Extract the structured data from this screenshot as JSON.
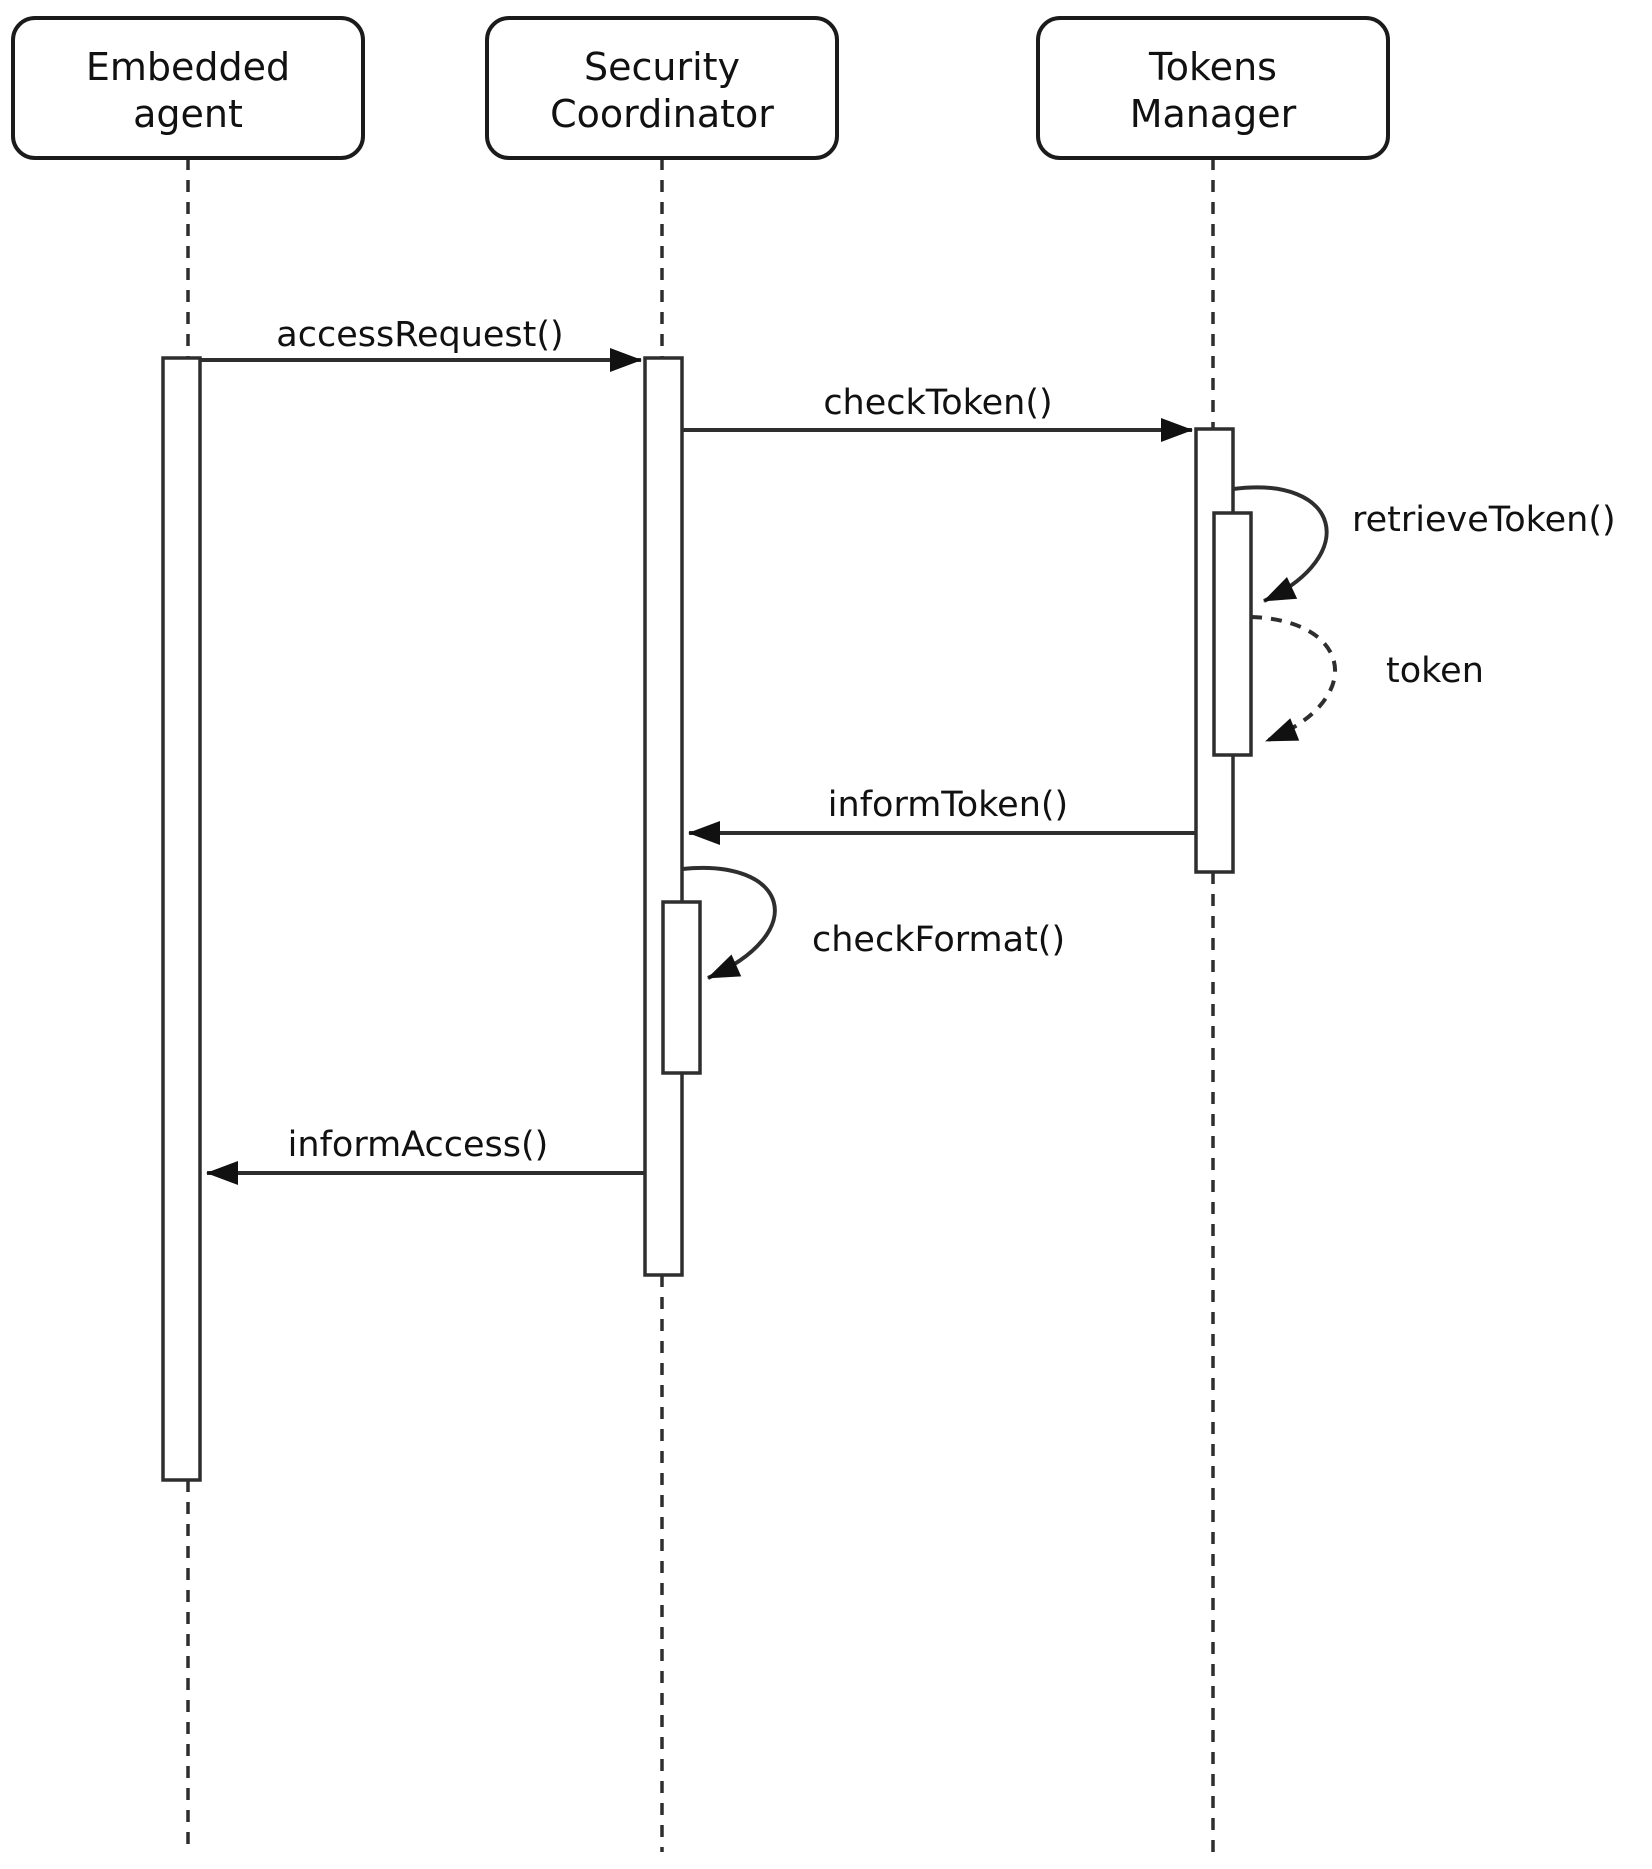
{
  "diagram": {
    "type": "uml-sequence-diagram",
    "actors": [
      {
        "id": "embedded-agent",
        "line1": "Embedded",
        "line2": "agent"
      },
      {
        "id": "security-coordinator",
        "line1": "Security",
        "line2": "Coordinator"
      },
      {
        "id": "tokens-manager",
        "line1": "Tokens",
        "line2": "Manager"
      }
    ],
    "messages": [
      {
        "label": "accessRequest()",
        "from": "embedded-agent",
        "to": "security-coordinator",
        "style": "solid"
      },
      {
        "label": "checkToken()",
        "from": "security-coordinator",
        "to": "tokens-manager",
        "style": "solid"
      },
      {
        "label": "retrieveToken()",
        "from": "tokens-manager",
        "to": "tokens-manager",
        "style": "solid-self"
      },
      {
        "label": "token",
        "from": "tokens-manager",
        "to": "tokens-manager",
        "style": "dashed-self"
      },
      {
        "label": "informToken()",
        "from": "tokens-manager",
        "to": "security-coordinator",
        "style": "solid"
      },
      {
        "label": "checkFormat()",
        "from": "security-coordinator",
        "to": "security-coordinator",
        "style": "solid-self"
      },
      {
        "label": "informAccess()",
        "from": "security-coordinator",
        "to": "embedded-agent",
        "style": "solid"
      }
    ],
    "colors": {
      "background": "#ffffff",
      "line": "#2e2e2e",
      "box_border": "#1b1b1b",
      "text": "#111111"
    }
  }
}
